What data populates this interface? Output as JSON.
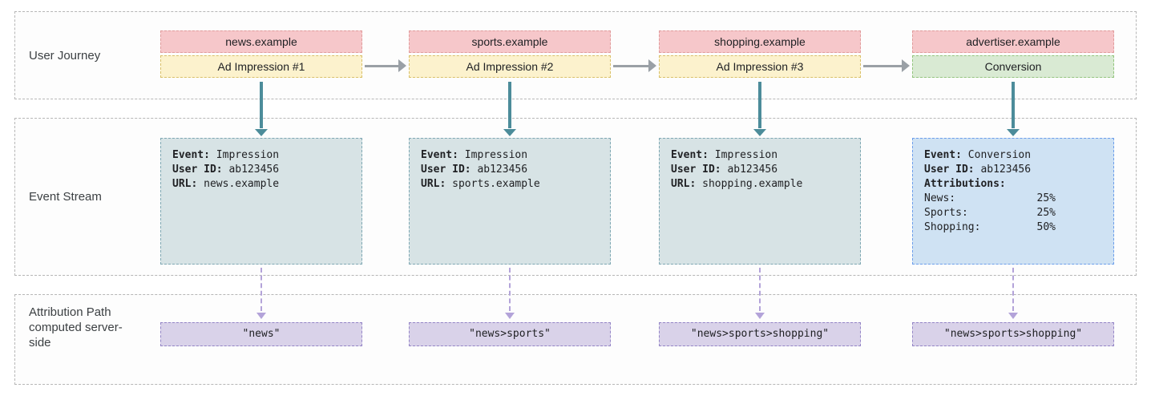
{
  "rows": {
    "journey": {
      "label": "User Journey"
    },
    "events": {
      "label": "Event Stream"
    },
    "attribution": {
      "label": "Attribution Path computed server-side"
    }
  },
  "journey": {
    "columns": [
      {
        "site": "news.example",
        "action": "Ad Impression #1",
        "action_type": "impression"
      },
      {
        "site": "sports.example",
        "action": "Ad Impression #2",
        "action_type": "impression"
      },
      {
        "site": "shopping.example",
        "action": "Ad Impression #3",
        "action_type": "impression"
      },
      {
        "site": "advertiser.example",
        "action": "Conversion",
        "action_type": "conversion"
      }
    ]
  },
  "events": {
    "boxes": [
      {
        "event_label": "Event:",
        "event_value": "Impression",
        "user_label": "User ID:",
        "user_value": "ab123456",
        "url_label": "URL:",
        "url_value": "news.example"
      },
      {
        "event_label": "Event:",
        "event_value": "Impression",
        "user_label": "User ID:",
        "user_value": "ab123456",
        "url_label": "URL:",
        "url_value": "sports.example"
      },
      {
        "event_label": "Event:",
        "event_value": "Impression",
        "user_label": "User ID:",
        "user_value": "ab123456",
        "url_label": "URL:",
        "url_value": "shopping.example"
      },
      {
        "event_label": "Event:",
        "event_value": "Conversion",
        "user_label": "User ID:",
        "user_value": "ab123456",
        "attributions_label": "Attributions:",
        "attributions": [
          {
            "name": "News:",
            "pct": "25%"
          },
          {
            "name": "Sports:",
            "pct": "25%"
          },
          {
            "name": "Shopping:",
            "pct": "50%"
          }
        ]
      }
    ]
  },
  "attribution": {
    "paths": [
      "\"news\"",
      "\"news>sports\"",
      "\"news>sports>shopping\"",
      "\"news>sports>shopping\""
    ]
  },
  "colors": {
    "site_box_bg": "#f6c7ca",
    "impression_box_bg": "#fcf2cd",
    "conversion_box_bg": "#d9ead3",
    "event_box_bg": "#d7e3e5",
    "conversion_event_box_bg": "#cfe2f3",
    "attribution_box_bg": "#d9d2e9",
    "journey_arrow": "#9aa0a6",
    "stream_arrow": "#4c8c9a",
    "attribution_arrow": "#b3a3d9"
  }
}
